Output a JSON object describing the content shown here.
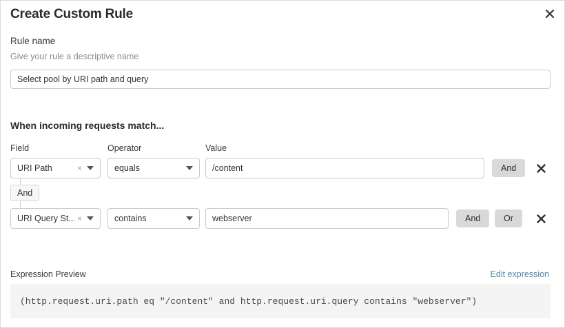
{
  "dialog": {
    "title": "Create Custom Rule",
    "close_icon": "close-icon"
  },
  "rule_name": {
    "label": "Rule name",
    "help": "Give your rule a descriptive name",
    "value": "Select pool by URI path and query",
    "placeholder": "Rule name"
  },
  "conditions": {
    "heading": "When incoming requests match...",
    "columns": {
      "field": "Field",
      "operator": "Operator",
      "value": "Value"
    },
    "connector": {
      "label": "And"
    },
    "rows": [
      {
        "field": "URI Path",
        "operator": "equals",
        "value": "/content",
        "value_placeholder": "Enter value",
        "clear_icon": "clear-icon",
        "caret_icon": "chevron-down-icon",
        "buttons": [
          "And"
        ],
        "delete_icon": "delete-icon"
      },
      {
        "field": "URI Query St...",
        "operator": "contains",
        "value": "webserver",
        "value_placeholder": "Enter value",
        "clear_icon": "clear-icon",
        "caret_icon": "chevron-down-icon",
        "buttons": [
          "And",
          "Or"
        ],
        "delete_icon": "delete-icon"
      }
    ]
  },
  "expression": {
    "label": "Expression Preview",
    "edit_link": "Edit expression",
    "code": "(http.request.uri.path eq \"/content\" and http.request.uri.query contains \"webserver\")"
  },
  "colors": {
    "link": "#5487a6",
    "pill": "#d9d9d9",
    "code_bg": "#f4f4f4",
    "border": "#c9c9c9"
  }
}
